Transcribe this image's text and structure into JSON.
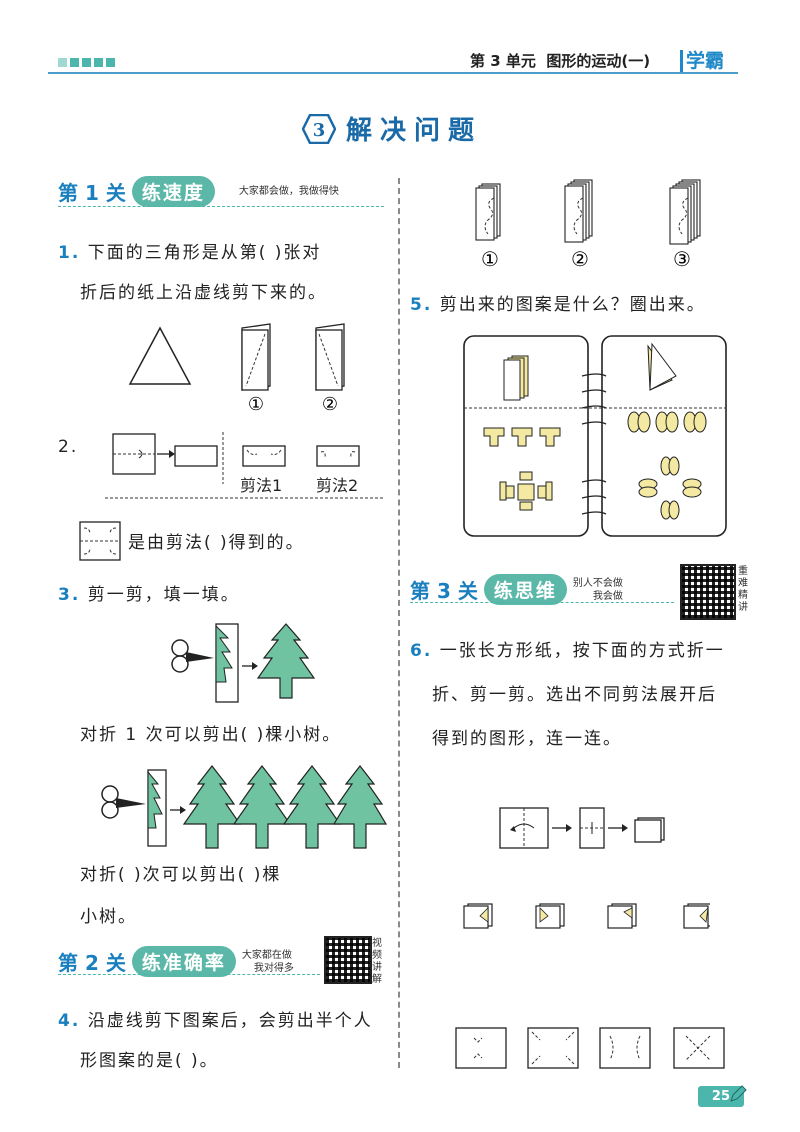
{
  "header": {
    "unit": "第 3 单元",
    "topic": "图形的运动(一)",
    "brand": "学霸"
  },
  "lesson": {
    "number": "3",
    "title": "解决问题"
  },
  "stage1": {
    "label": "第 1 关",
    "pill": "练速度",
    "note": "大家都会做，我做得快"
  },
  "stage2": {
    "label": "第 2 关",
    "pill": "练准确率",
    "note_line1": "大家都在做",
    "note_line2": "我对得多",
    "side": "视频讲解"
  },
  "stage3": {
    "label": "第 3 关",
    "pill": "练思维",
    "note_line1": "别人不会做",
    "note_line2": "我会做",
    "side": "重难精讲"
  },
  "q1": {
    "num": "1.",
    "line1": "下面的三角形是从第(      )张对",
    "line2": "折后的纸上沿虚线剪下来的。",
    "opt1": "①",
    "opt2": "②"
  },
  "q2": {
    "num": "2.",
    "cut1": "剪法1",
    "cut2": "剪法2",
    "text": "是由剪法(      )得到的。"
  },
  "q3": {
    "num": "3.",
    "title": "剪一剪，填一填。",
    "line1": "对折 1 次可以剪出(      )棵小树。",
    "line2": "对折(      )次可以剪出(      )棵",
    "line3": "小树。"
  },
  "q4": {
    "num": "4.",
    "line1": "沿虚线剪下图案后，会剪出半个人",
    "line2": "形图案的是(      )。",
    "opt1": "①",
    "opt2": "②",
    "opt3": "③"
  },
  "q5": {
    "num": "5.",
    "text": "剪出来的图案是什么？圈出来。"
  },
  "q6": {
    "num": "6.",
    "line1": "一张长方形纸，按下面的方式折一",
    "line2": "折、剪一剪。选出不同剪法展开后",
    "line3": "得到的图形，连一连。"
  },
  "page": {
    "number": "25"
  },
  "colors": {
    "accent": "#4db6ac",
    "blue": "#1a7fbf",
    "tree": "#6fc3a0",
    "paper": "#f3e9a2"
  }
}
